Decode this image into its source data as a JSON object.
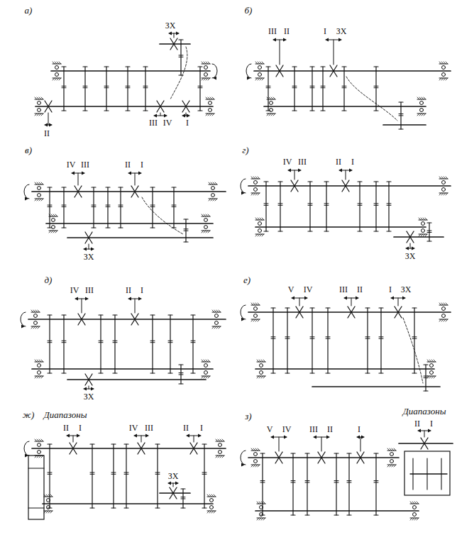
{
  "diagram": {
    "labels": [
      "а)",
      "ЗХ",
      "II",
      "III",
      "IV",
      "I",
      "б)",
      "III",
      "II",
      "I",
      "ЗХ",
      "в)",
      "IV",
      "III",
      "II",
      "I",
      "ЗХ",
      "г)",
      "IV",
      "III",
      "II",
      "I",
      "ЗХ",
      "д)",
      "IV",
      "III",
      "II",
      "I",
      "ЗХ",
      "е)",
      "V",
      "IV",
      "III",
      "II",
      "I",
      "ЗХ",
      "ж)",
      "Диапазоны",
      "II",
      "I",
      "IV",
      "III",
      "II",
      "I",
      "ЗХ",
      "з)",
      "V",
      "IV",
      "III",
      "II",
      "I",
      "Диапазоны",
      "II",
      "I"
    ]
  }
}
